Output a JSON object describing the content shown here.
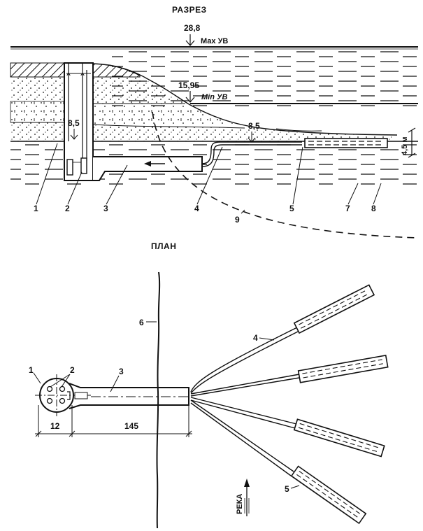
{
  "section_title": "РАЗРЕЗ",
  "plan_title": "ПЛАН",
  "section": {
    "max_level_value": "28,8",
    "max_level_label": "Мах УВ",
    "min_level_value": "15,95",
    "min_level_label": "Min УВ",
    "well_depth_mark": "8,5",
    "pipe_depth_mark": "8,5",
    "depth_dimension": "4,5 м",
    "callouts": [
      "1",
      "2",
      "3",
      "4",
      "5",
      "7",
      "8",
      "9"
    ]
  },
  "plan": {
    "callouts": [
      "1",
      "2",
      "3",
      "4",
      "5",
      "6"
    ],
    "dim_shaft": "12",
    "dim_gallery": "145",
    "river_label": "РЕКА",
    "intake_pipe_count": 4
  },
  "colors": {
    "ink": "#111111",
    "background": "#ffffff"
  }
}
